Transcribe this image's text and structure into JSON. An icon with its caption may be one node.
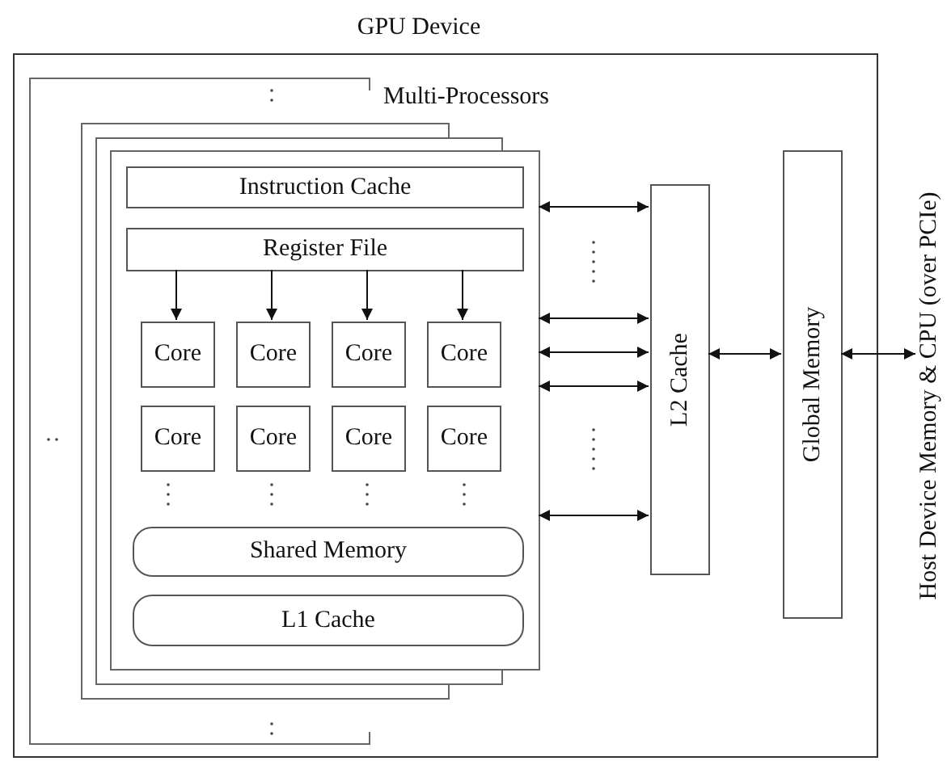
{
  "diagram": {
    "nodes": [
      {
        "text": [
          "GPU Device"
        ]
      },
      {
        "text": [
          "Multi-Processors"
        ],
        "in": 0
      },
      {
        "text": [
          "Instruction Cache"
        ],
        "in": 1
      },
      {
        "text": [
          "Register File"
        ],
        "in": 1
      },
      {
        "text": [
          "Core"
        ],
        "in": 1
      },
      {
        "text": [
          "Core"
        ],
        "in": 1
      },
      {
        "text": [
          "Core"
        ],
        "in": 1
      },
      {
        "text": [
          "Core"
        ],
        "in": 1
      },
      {
        "text": [
          "Core"
        ],
        "in": 1
      },
      {
        "text": [
          "Core"
        ],
        "in": 1
      },
      {
        "text": [
          "Core"
        ],
        "in": 1
      },
      {
        "text": [
          "Core"
        ],
        "in": 1
      },
      {
        "text": [
          "Shared Memory"
        ],
        "in": 1
      },
      {
        "text": [
          "L1 Cache"
        ],
        "in": 1
      },
      {
        "text": [
          "L2 Cache"
        ],
        "in": 0
      },
      {
        "text": [
          "Global Memory"
        ],
        "in": 0
      },
      {
        "text": [
          "Host Device Memory & CPU (over PCIe)"
        ]
      }
    ],
    "edges": [
      {
        "from": 1,
        "to": 14,
        "arrow": "both"
      },
      {
        "from": 1,
        "to": 14,
        "arrow": "both"
      },
      {
        "from": 1,
        "to": 14,
        "arrow": "both"
      },
      {
        "from": 1,
        "to": 14,
        "arrow": "both"
      },
      {
        "from": 1,
        "to": 14,
        "arrow": "both"
      },
      {
        "from": 3,
        "to": 4,
        "arrow": "to"
      },
      {
        "from": 3,
        "to": 5,
        "arrow": "to"
      },
      {
        "from": 3,
        "to": 6,
        "arrow": "to"
      },
      {
        "from": 3,
        "to": 7,
        "arrow": "to"
      },
      {
        "from": 14,
        "to": 15,
        "arrow": "both"
      },
      {
        "from": 15,
        "to": 16,
        "arrow": "both"
      }
    ]
  }
}
